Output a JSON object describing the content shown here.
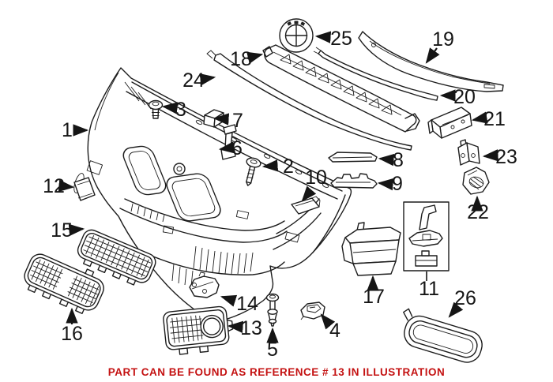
{
  "figure": {
    "callouts": [
      "1",
      "2",
      "3",
      "4",
      "5",
      "6",
      "7",
      "8",
      "9",
      "10",
      "11",
      "12",
      "13",
      "14",
      "15",
      "16",
      "17",
      "18",
      "19",
      "20",
      "21",
      "22",
      "23",
      "24",
      "25",
      "26"
    ],
    "note": {
      "text": "PART CAN BE FOUND AS REFERENCE # 13 IN ILLUSTRATION",
      "color": "#c41212"
    },
    "colors": {
      "background": "#ffffff",
      "line": "#1c1c1c",
      "label": "#151515"
    }
  }
}
